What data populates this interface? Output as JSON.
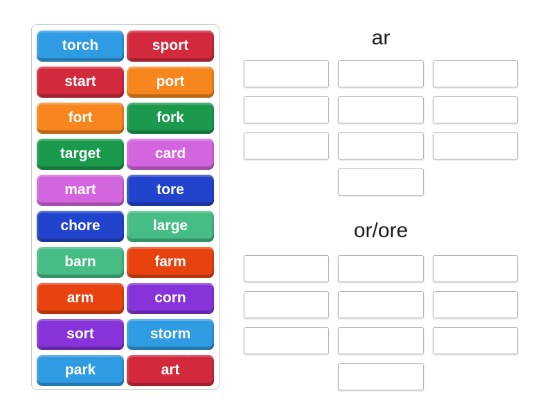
{
  "word_bank": {
    "tiles": [
      {
        "label": "torch",
        "color": "#2e9be2"
      },
      {
        "label": "sport",
        "color": "#d2293d"
      },
      {
        "label": "start",
        "color": "#d2293d"
      },
      {
        "label": "port",
        "color": "#f6861d"
      },
      {
        "label": "fort",
        "color": "#f6861d"
      },
      {
        "label": "fork",
        "color": "#1b9a4d"
      },
      {
        "label": "target",
        "color": "#1b9a4d"
      },
      {
        "label": "card",
        "color": "#d365de"
      },
      {
        "label": "mart",
        "color": "#d365de"
      },
      {
        "label": "tore",
        "color": "#2244cc"
      },
      {
        "label": "chore",
        "color": "#2244cc"
      },
      {
        "label": "large",
        "color": "#45bd85"
      },
      {
        "label": "barn",
        "color": "#45bd85"
      },
      {
        "label": "farm",
        "color": "#e8430f"
      },
      {
        "label": "arm",
        "color": "#e8430f"
      },
      {
        "label": "corn",
        "color": "#8633d9"
      },
      {
        "label": "sort",
        "color": "#8633d9"
      },
      {
        "label": "storm",
        "color": "#2e9be2"
      },
      {
        "label": "park",
        "color": "#2e9be2"
      },
      {
        "label": "art",
        "color": "#d2293d"
      }
    ]
  },
  "groups": [
    {
      "title": "ar",
      "slot_count": 10
    },
    {
      "title": "or/ore",
      "slot_count": 10
    }
  ],
  "colors": {
    "tile_text": "#ffffff",
    "header_text": "#1b1b1b",
    "panel_border": "#c7c7c7",
    "slot_border": "#b3b3b3"
  }
}
